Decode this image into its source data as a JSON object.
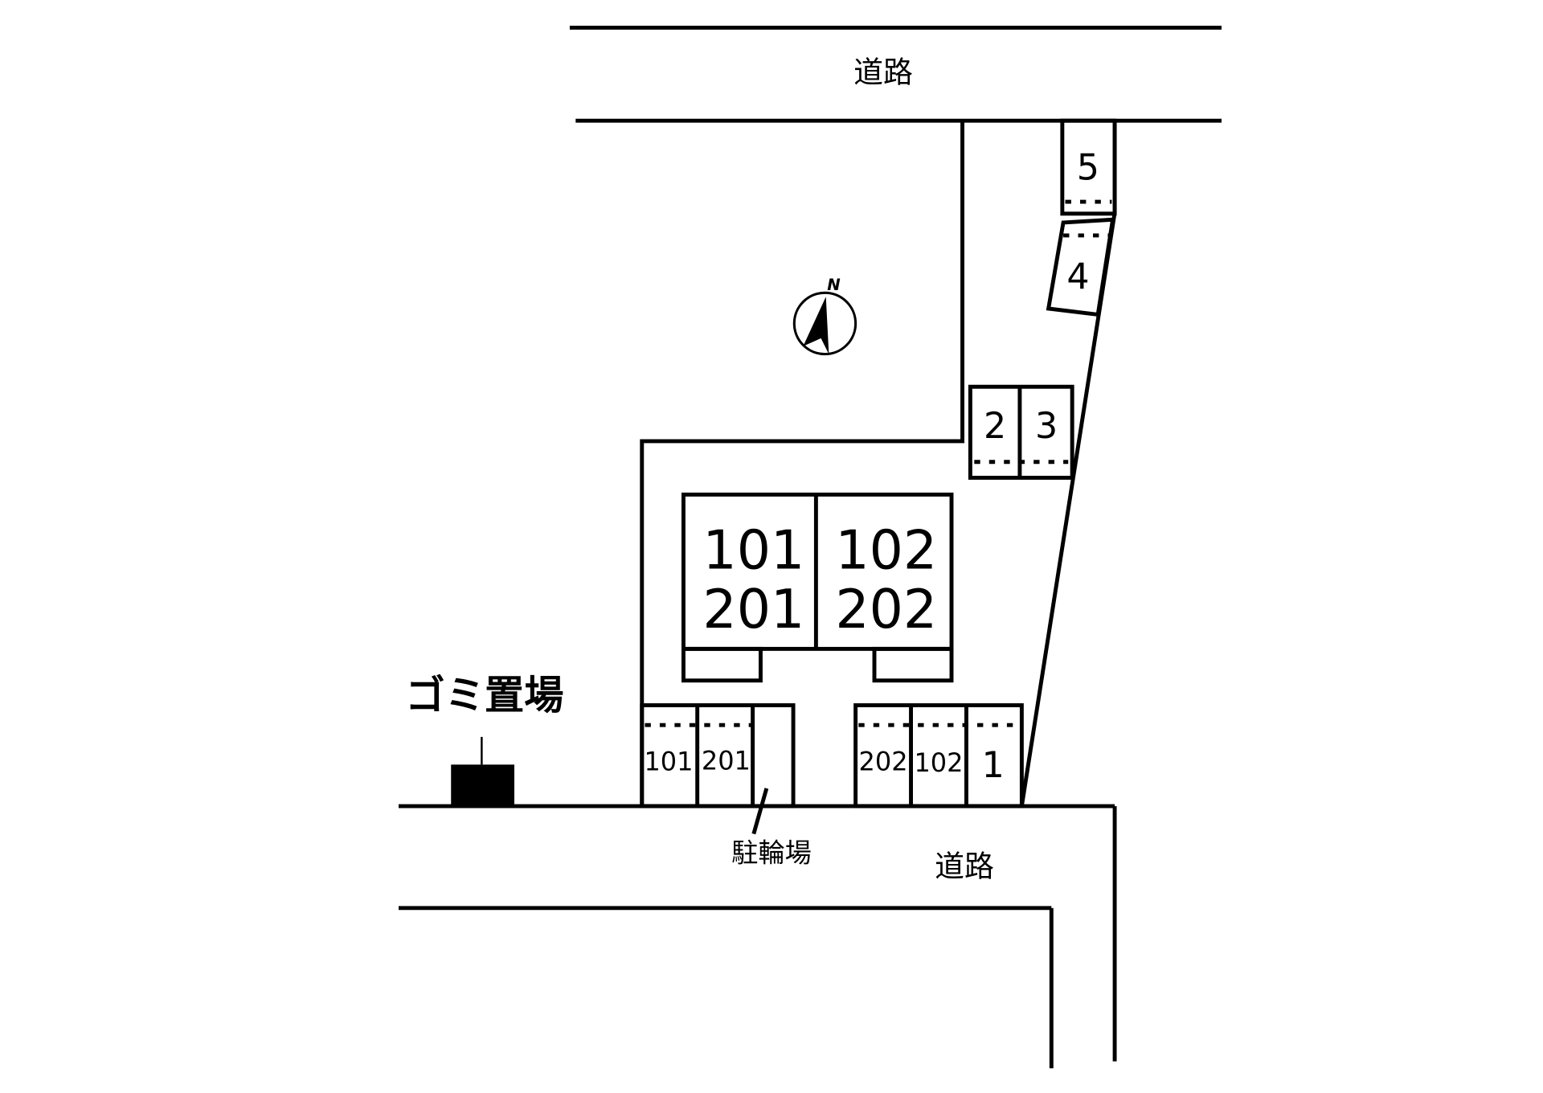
{
  "labels": {
    "road_top": "道路",
    "road_bottom": "道路",
    "garbage": "ゴミ置場",
    "bicycle": "駐輪場",
    "north": "N"
  },
  "building": {
    "left_units": [
      "101",
      "201"
    ],
    "right_units": [
      "102",
      "202"
    ]
  },
  "parking": {
    "bottom_left": [
      "101",
      "201"
    ],
    "bottom_right": [
      "202",
      "102",
      "1"
    ],
    "side": [
      "2",
      "3"
    ],
    "top": [
      "4",
      "5"
    ]
  },
  "colors": {
    "line": "#000000",
    "background": "#ffffff"
  }
}
